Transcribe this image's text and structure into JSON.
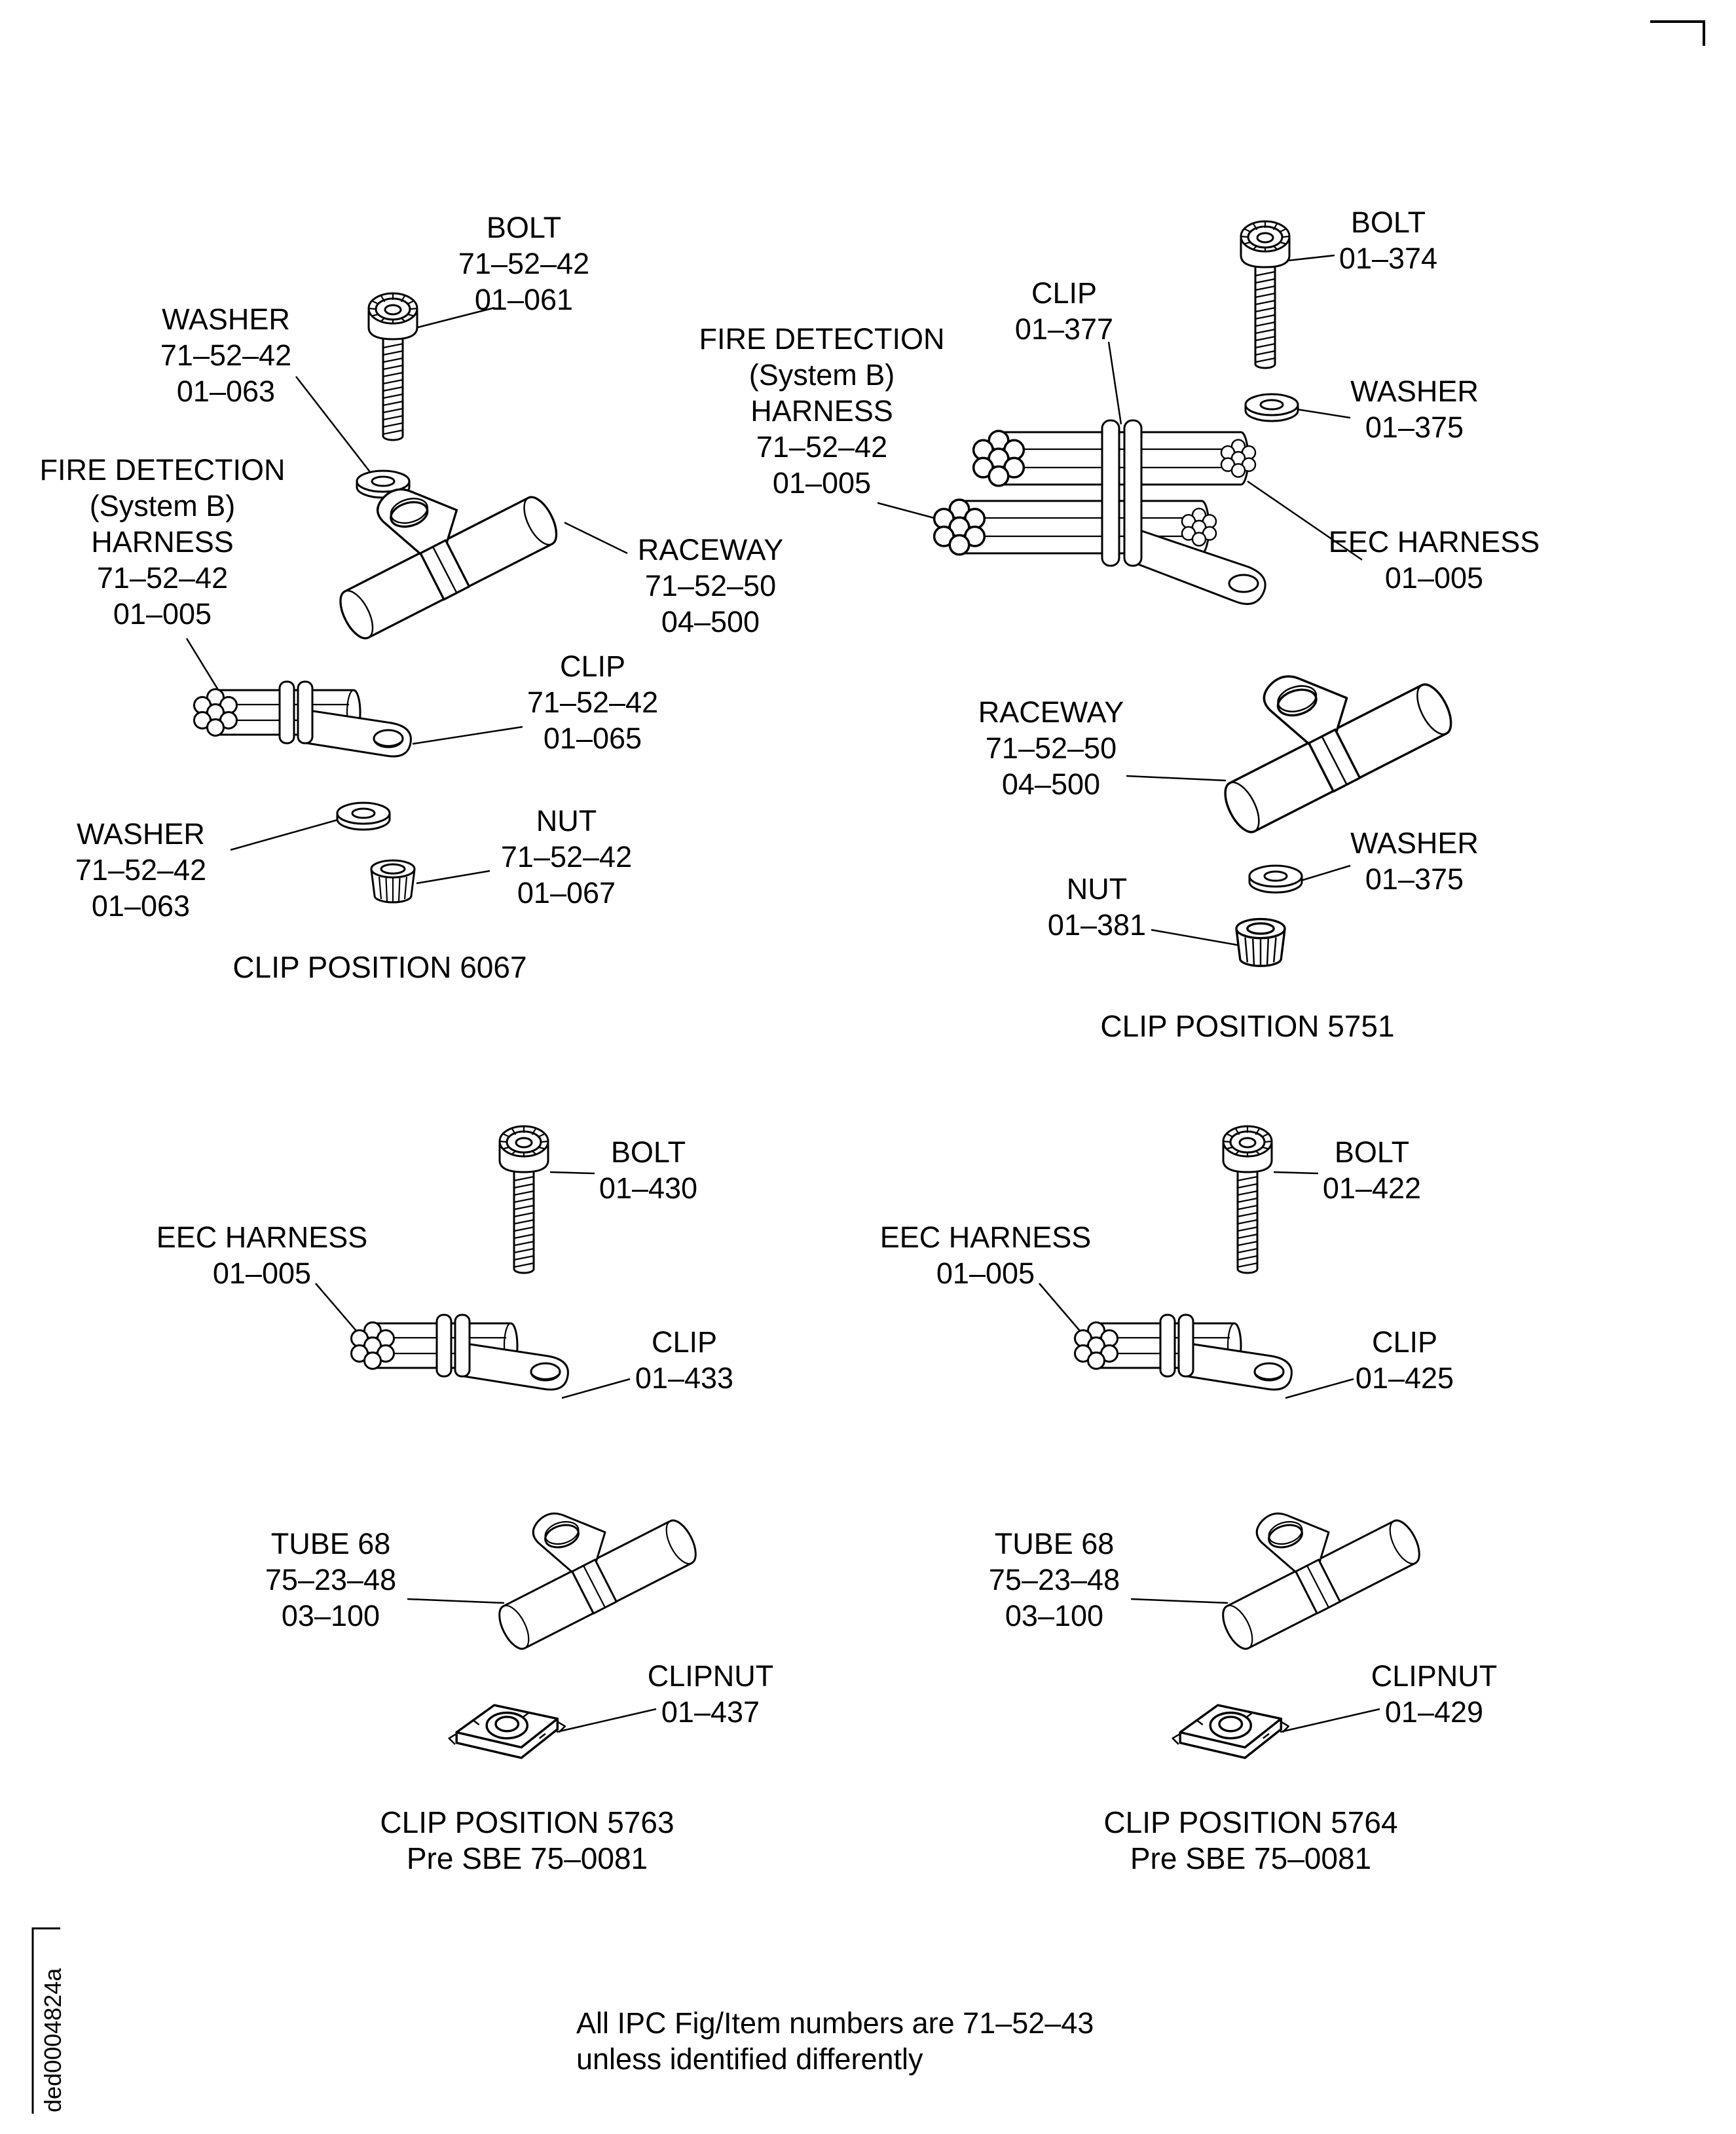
{
  "meta": {
    "doc_code": "ded0004824a"
  },
  "footer": {
    "lines": [
      "All IPC Fig/Item numbers are 71–52–43",
      "unless identified differently"
    ]
  },
  "q1": {
    "caption": "CLIP POSITION 6067",
    "bolt": [
      "BOLT",
      "71–52–42",
      "01–061"
    ],
    "washer_top": [
      "WASHER",
      "71–52–42",
      "01–063"
    ],
    "fire_detection": [
      "FIRE DETECTION",
      "(System B)",
      "HARNESS",
      "71–52–42",
      "01–005"
    ],
    "raceway": [
      "RACEWAY",
      "71–52–50",
      "04–500"
    ],
    "clip": [
      "CLIP",
      "71–52–42",
      "01–065"
    ],
    "washer_bottom": [
      "WASHER",
      "71–52–42",
      "01–063"
    ],
    "nut": [
      "NUT",
      "71–52–42",
      "01–067"
    ]
  },
  "q2": {
    "caption": "CLIP POSITION 5751",
    "bolt": [
      "BOLT",
      "01–374"
    ],
    "clip": [
      "CLIP",
      "01–377"
    ],
    "fire_detection": [
      "FIRE DETECTION",
      "(System B)",
      "HARNESS",
      "71–52–42",
      "01–005"
    ],
    "washer_top": [
      "WASHER",
      "01–375"
    ],
    "eec_harness": [
      "EEC HARNESS",
      "01–005"
    ],
    "raceway": [
      "RACEWAY",
      "71–52–50",
      "04–500"
    ],
    "washer_bottom": [
      "WASHER",
      "01–375"
    ],
    "nut": [
      "NUT",
      "01–381"
    ]
  },
  "q3": {
    "caption": "CLIP POSITION 5763",
    "caption2": "Pre SBE 75–0081",
    "bolt": [
      "BOLT",
      "01–430"
    ],
    "eec_harness": [
      "EEC HARNESS",
      "01–005"
    ],
    "clip": [
      "CLIP",
      "01–433"
    ],
    "tube": [
      "TUBE 68",
      "75–23–48",
      "03–100"
    ],
    "clipnut": [
      "CLIPNUT",
      "01–437"
    ]
  },
  "q4": {
    "caption": "CLIP POSITION 5764",
    "caption2": "Pre SBE 75–0081",
    "bolt": [
      "BOLT",
      "01–422"
    ],
    "eec_harness": [
      "EEC HARNESS",
      "01–005"
    ],
    "clip": [
      "CLIP",
      "01–425"
    ],
    "tube": [
      "TUBE 68",
      "75–23–48",
      "03–100"
    ],
    "clipnut": [
      "CLIPNUT",
      "01–429"
    ]
  }
}
